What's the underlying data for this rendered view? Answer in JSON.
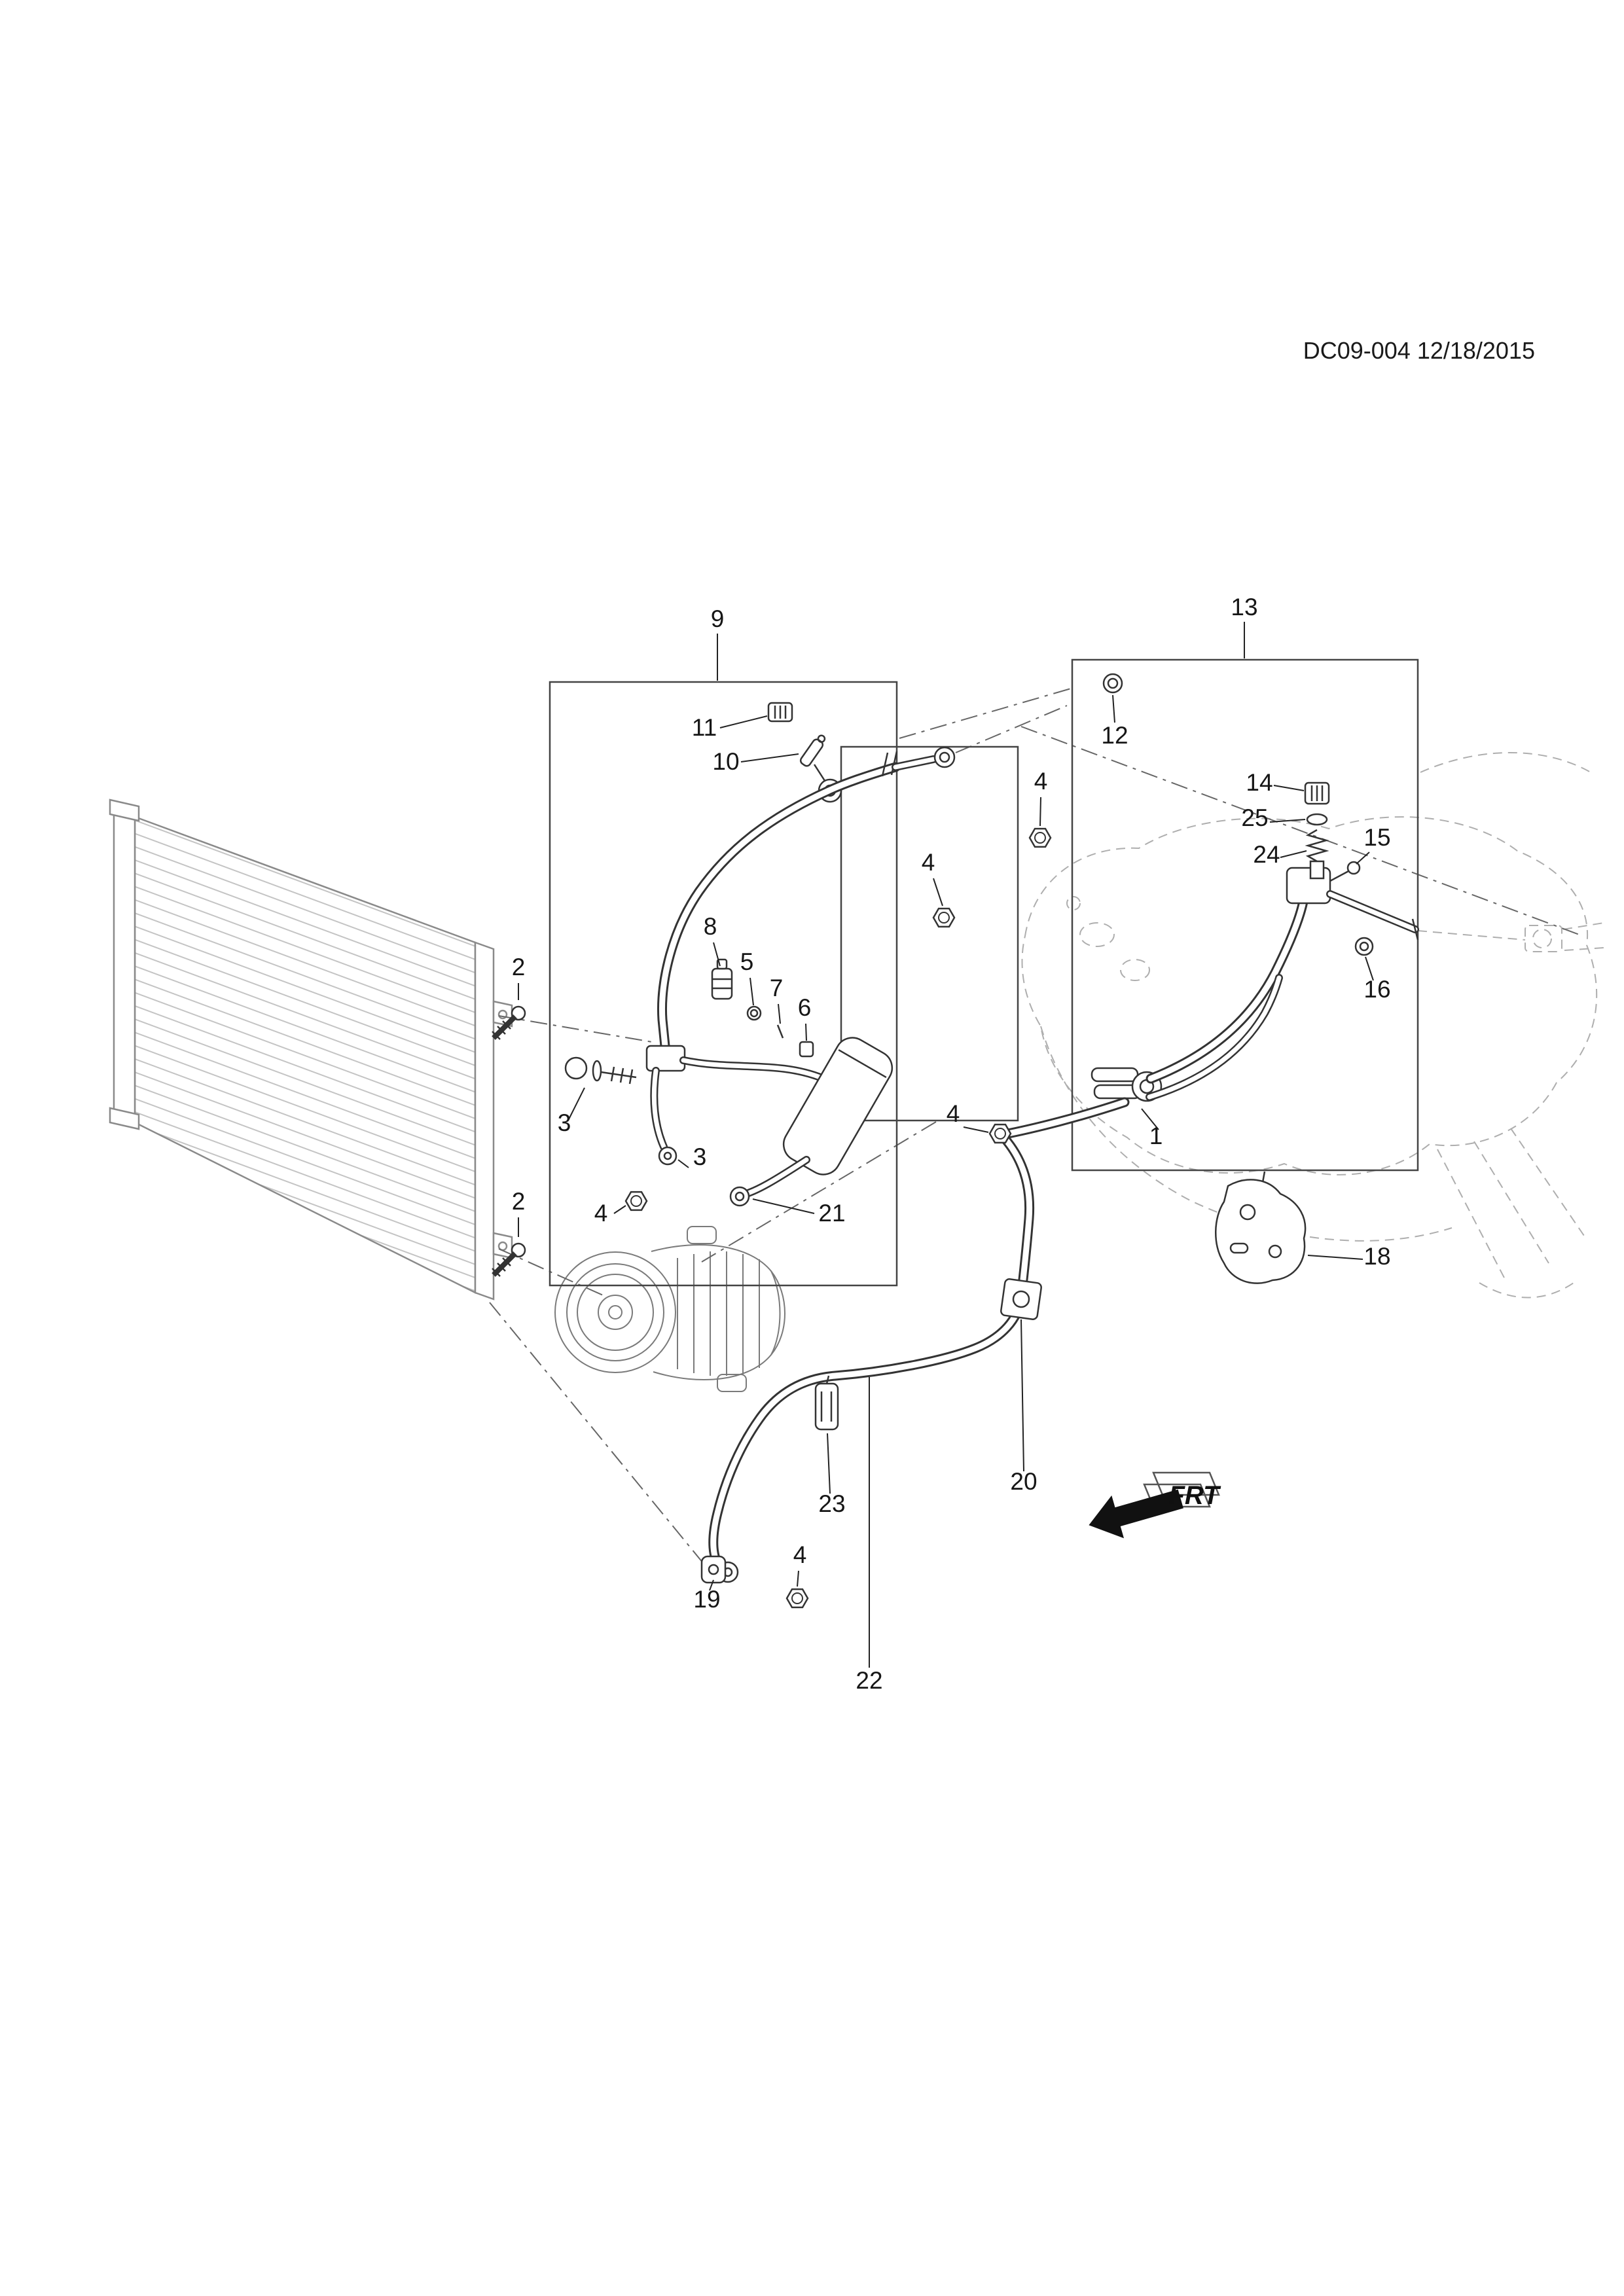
{
  "document": {
    "ref": "DC09-004 12/18/2015"
  },
  "direction_indicator": {
    "label": "FRT"
  },
  "colors": {
    "ink": "#333333",
    "light_ink": "#8a8a8a",
    "background": "#ffffff"
  },
  "callouts": [
    {
      "label": "9"
    },
    {
      "label": "11"
    },
    {
      "label": "10"
    },
    {
      "label": "13"
    },
    {
      "label": "12"
    },
    {
      "label": "4"
    },
    {
      "label": "4"
    },
    {
      "label": "14"
    },
    {
      "label": "25"
    },
    {
      "label": "24"
    },
    {
      "label": "15"
    },
    {
      "label": "16"
    },
    {
      "label": "8"
    },
    {
      "label": "5"
    },
    {
      "label": "7"
    },
    {
      "label": "6"
    },
    {
      "label": "2"
    },
    {
      "label": "3"
    },
    {
      "label": "4"
    },
    {
      "label": "3"
    },
    {
      "label": "21"
    },
    {
      "label": "2"
    },
    {
      "label": "4"
    },
    {
      "label": "1"
    },
    {
      "label": "18"
    },
    {
      "label": "23"
    },
    {
      "label": "20"
    },
    {
      "label": "19"
    },
    {
      "label": "4"
    },
    {
      "label": "22"
    }
  ]
}
